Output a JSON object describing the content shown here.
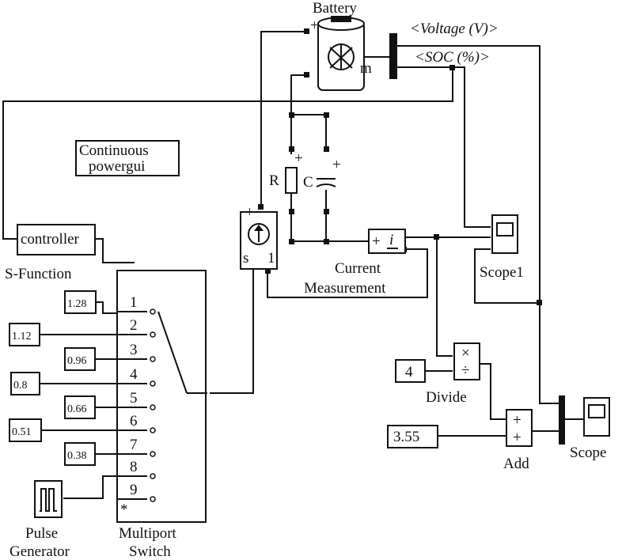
{
  "blocks": {
    "battery": "Battery",
    "battery_port_m": "m",
    "voltage": "<Voltage (V)>",
    "soc": "<SOC (%)>",
    "powergui_line1": "Continuous",
    "powergui_line2": "powergui",
    "controller": "controller",
    "sfunction": "S-Function",
    "resistor": "R",
    "capacitor": "C",
    "cm_line1": "Current",
    "cm_line2": "Measurement",
    "scope1": "Scope1",
    "divide": "Divide",
    "add": "Add",
    "scope": "Scope",
    "pulse_line1": "Pulse",
    "pulse_line2": "Generator",
    "switch_line1": "Multiport",
    "switch_line2": "Switch",
    "cs_s": "s",
    "cs_neg": "1",
    "plus": "+"
  },
  "constants": [
    "1.28",
    "1.12",
    "0.96",
    "0.8",
    "0.66",
    "0.51",
    "0.38"
  ],
  "switch_ports": [
    "1",
    "2",
    "3",
    "4",
    "5",
    "6",
    "7",
    "8",
    "9"
  ],
  "divide_const": "4",
  "add_const": "3.55",
  "ops": {
    "multiply": "×",
    "divide": "÷",
    "add_plus": "+",
    "cm_plus": "+",
    "cm_i": "i",
    "star": "*"
  }
}
